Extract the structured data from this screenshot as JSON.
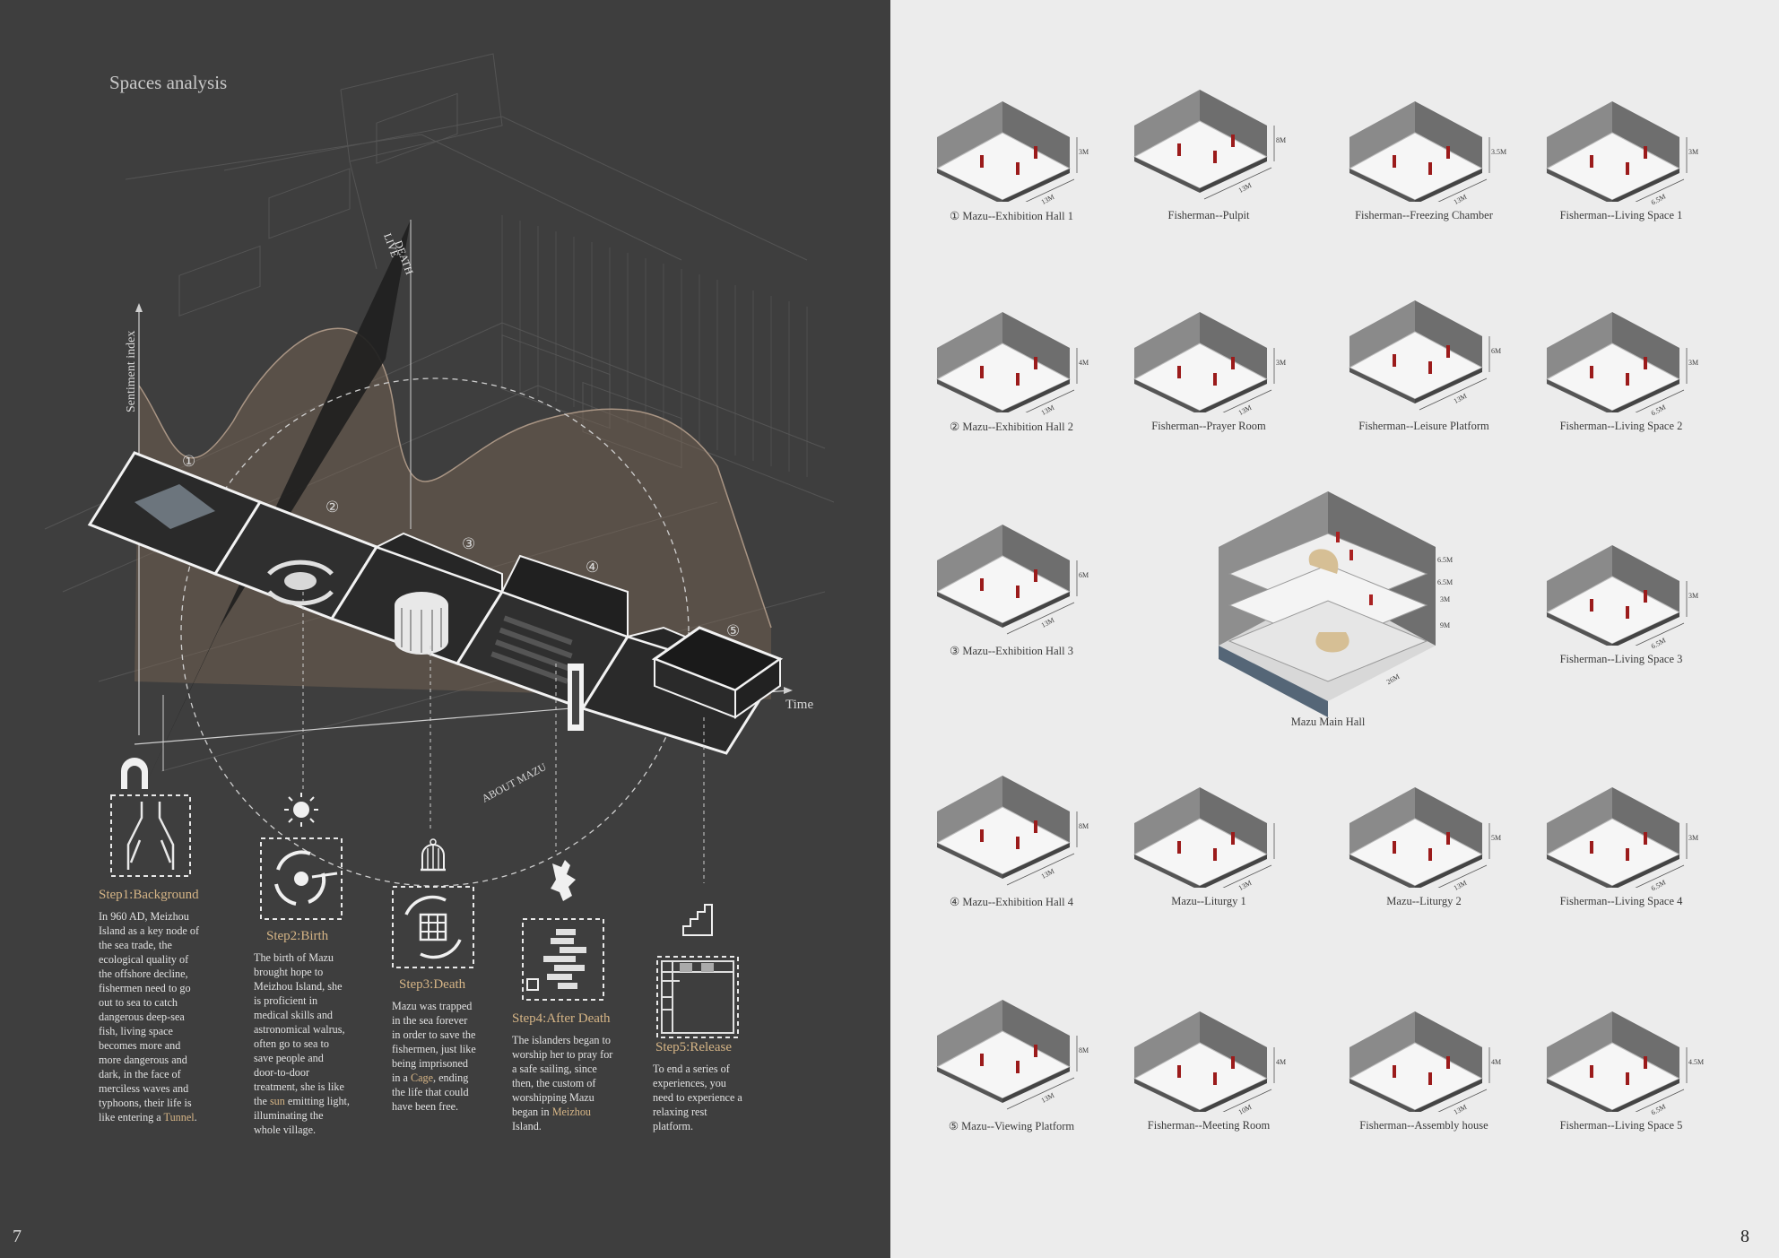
{
  "left_page": {
    "title": "Spaces analysis",
    "page_number": "7",
    "axis_y_label": "Sentiment index",
    "axis_x_label": "Time",
    "circle_label": "ABOUT MAZU",
    "sail_label_1": "LIVE",
    "sail_label_2": "DEATH",
    "markers": [
      "①",
      "②",
      "③",
      "④",
      "⑤"
    ],
    "steps": [
      {
        "title": "Step1:Background",
        "pre": "In 960 AD, Meizhou Island as a key node of the sea trade, the ecological quality of the offshore decline, fishermen need to go out to sea to catch dangerous deep-sea fish, living space becomes more and more dangerous and dark, in the face of merciless waves and typhoons, their life is like entering a ",
        "hl": "Tunnel",
        "post": "."
      },
      {
        "title": "Step2:Birth",
        "pre": "The birth of Mazu brought hope to Meizhou Island, she is proficient in medical skills and astronomical walrus, often go to sea to save people and door-to-door treatment, she is like the ",
        "hl": "sun",
        "post": " emitting light, illuminating the whole village."
      },
      {
        "title": "Step3:Death",
        "pre": "Mazu was trapped in the sea forever in order to save the fishermen, just like being imprisoned in a ",
        "hl": "Cage",
        "post": ", ending the life that could have been free."
      },
      {
        "title": "Step4:After Death",
        "pre": "The islanders began to worship her to pray for a safe sailing, since then, the custom of worshipping Mazu began in ",
        "hl": "Meizhou",
        "post": " Island."
      },
      {
        "title": "Step5:Release",
        "pre": "To end a series of experiences, you need to experience a relaxing rest platform.",
        "hl": "",
        "post": ""
      }
    ]
  },
  "right_page": {
    "page_number": "8",
    "spaces": [
      {
        "caption": "① Mazu--Exhibition Hall 1",
        "width": "13M",
        "height": "3M"
      },
      {
        "caption": "Fisherman--Pulpit",
        "width": "13M",
        "height": "8M"
      },
      {
        "caption": "Fisherman--Freezing Chamber",
        "width": "13M",
        "height": "3.5M"
      },
      {
        "caption": "Fisherman--Living Space 1",
        "width": "6.5M",
        "height": "3M"
      },
      {
        "caption": "② Mazu--Exhibition Hall 2",
        "width": "13M",
        "height": "4M"
      },
      {
        "caption": "Fisherman--Prayer Room",
        "width": "13M",
        "height": "3M"
      },
      {
        "caption": "Fisherman--Leisure Platform",
        "width": "13M",
        "height": "6M"
      },
      {
        "caption": "Fisherman--Living Space 2",
        "width": "6.5M",
        "height": "3M"
      },
      {
        "caption": "③ Mazu--Exhibition Hall 3",
        "width": "13M",
        "height": "6M"
      },
      {
        "caption": "Fisherman--Living Space 3",
        "width": "6.5M",
        "height": "3M"
      },
      {
        "caption": "④ Mazu--Exhibition Hall 4",
        "width": "13M",
        "height": "8M"
      },
      {
        "caption": "Mazu--Liturgy 1",
        "width": "13M",
        "height": ""
      },
      {
        "caption": "Mazu--Liturgy 2",
        "width": "13M",
        "height": "5M"
      },
      {
        "caption": "Fisherman--Living Space 4",
        "width": "6.5M",
        "height": "3M"
      },
      {
        "caption": "⑤ Mazu--Viewing Platform",
        "width": "13M",
        "height": "8M"
      },
      {
        "caption": "Fisherman--Meeting Room",
        "width": "10M",
        "height": "4M"
      },
      {
        "caption": "Fisherman--Assembly house",
        "width": "13M",
        "height": "4M"
      },
      {
        "caption": "Fisherman--Living Space 5",
        "width": "6.5M",
        "height": "4.5M"
      }
    ],
    "main_hall": {
      "caption": "Mazu Main Hall",
      "width": "26M",
      "heights": [
        "6.5M",
        "6.5M",
        "3M",
        "9M"
      ]
    }
  }
}
